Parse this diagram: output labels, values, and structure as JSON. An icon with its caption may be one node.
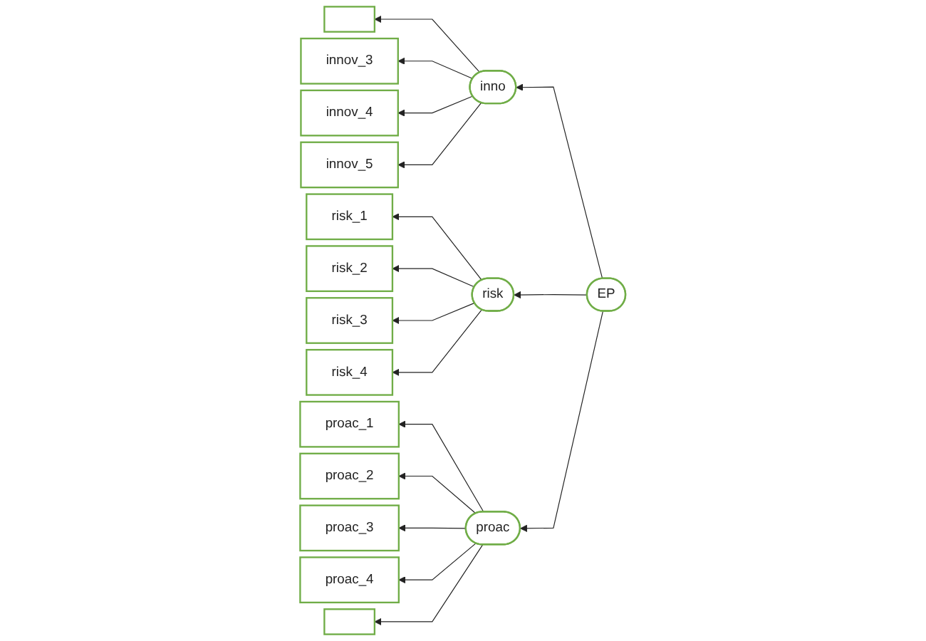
{
  "diagram": {
    "nodes": [
      {
        "text": [
          "inno"
        ]
      },
      {
        "text": [],
        "shape": "box"
      },
      {
        "text": [
          "innov_3"
        ]
      },
      {
        "text": [
          "innov_4"
        ]
      },
      {
        "text": [
          "innov_5"
        ]
      },
      {
        "text": [
          "risk"
        ]
      },
      {
        "text": [
          "risk_1"
        ]
      },
      {
        "text": [
          "risk_2"
        ]
      },
      {
        "text": [
          "risk_3"
        ]
      },
      {
        "text": [
          "risk_4"
        ]
      },
      {
        "text": [
          "proac"
        ]
      },
      {
        "text": [
          "proac_1"
        ]
      },
      {
        "text": [
          "proac_2"
        ]
      },
      {
        "text": [
          "proac_3"
        ]
      },
      {
        "text": [
          "proac_4"
        ]
      },
      {
        "text": [],
        "shape": "box"
      },
      {
        "text": [
          "EP"
        ]
      }
    ],
    "edges": [
      {
        "from": 16,
        "to": 0,
        "arrow": "to"
      },
      {
        "from": 16,
        "to": 5,
        "arrow": "to"
      },
      {
        "from": 16,
        "to": 10,
        "arrow": "to"
      },
      {
        "from": 0,
        "to": 1,
        "arrow": "to"
      },
      {
        "from": 0,
        "to": 2,
        "arrow": "to"
      },
      {
        "from": 0,
        "to": 3,
        "arrow": "to"
      },
      {
        "from": 0,
        "to": 4,
        "arrow": "to"
      },
      {
        "from": 5,
        "to": 6,
        "arrow": "to"
      },
      {
        "from": 5,
        "to": 7,
        "arrow": "to"
      },
      {
        "from": 5,
        "to": 8,
        "arrow": "to"
      },
      {
        "from": 5,
        "to": 9,
        "arrow": "to"
      },
      {
        "from": 10,
        "to": 11,
        "arrow": "to"
      },
      {
        "from": 10,
        "to": 12,
        "arrow": "to"
      },
      {
        "from": 10,
        "to": 13,
        "arrow": "to"
      },
      {
        "from": 10,
        "to": 14,
        "arrow": "to"
      },
      {
        "from": 10,
        "to": 15,
        "arrow": "to"
      }
    ]
  }
}
